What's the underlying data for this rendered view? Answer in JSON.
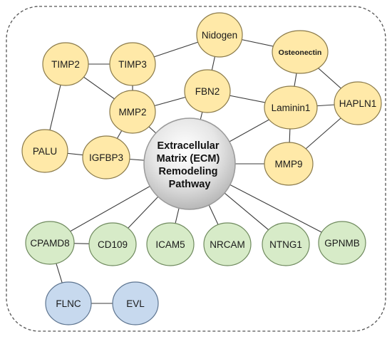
{
  "colors": {
    "yellow_fill": "#FFE9A8",
    "yellow_stroke": "#8A7A4A",
    "green_fill": "#D7EBC8",
    "green_stroke": "#6F8A5E",
    "blue_fill": "#C7D9EE",
    "blue_stroke": "#5E7590",
    "edge": "#3a3a3a",
    "border": "#555555"
  },
  "center": {
    "id": "ecm",
    "lines": [
      "Extracellular",
      "Matrix (ECM)",
      "Remodeling",
      "Pathway"
    ]
  },
  "nodes": [
    {
      "id": "nidogen",
      "label": "Nidogen",
      "group": "yellow"
    },
    {
      "id": "osteonectin",
      "label": "Osteonectin",
      "group": "yellow",
      "bold": true
    },
    {
      "id": "timp2",
      "label": "TIMP2",
      "group": "yellow"
    },
    {
      "id": "timp3",
      "label": "TIMP3",
      "group": "yellow"
    },
    {
      "id": "fbn2",
      "label": "FBN2",
      "group": "yellow"
    },
    {
      "id": "mmp2",
      "label": "MMP2",
      "group": "yellow"
    },
    {
      "id": "laminin1",
      "label": "Laminin1",
      "group": "yellow"
    },
    {
      "id": "hapln1",
      "label": "HAPLN1",
      "group": "yellow"
    },
    {
      "id": "palu",
      "label": "PALU",
      "group": "yellow"
    },
    {
      "id": "igfbp3",
      "label": "IGFBP3",
      "group": "yellow"
    },
    {
      "id": "mmp9",
      "label": "MMP9",
      "group": "yellow"
    },
    {
      "id": "cpamd8",
      "label": "CPAMD8",
      "group": "green"
    },
    {
      "id": "cd109",
      "label": "CD109",
      "group": "green"
    },
    {
      "id": "icam5",
      "label": "ICAM5",
      "group": "green"
    },
    {
      "id": "nrcam",
      "label": "NRCAM",
      "group": "green"
    },
    {
      "id": "ntng1",
      "label": "NTNG1",
      "group": "green"
    },
    {
      "id": "gpnmb",
      "label": "GPNMB",
      "group": "green"
    },
    {
      "id": "flnc",
      "label": "FLNC",
      "group": "blue"
    },
    {
      "id": "evl",
      "label": "EVL",
      "group": "blue"
    }
  ],
  "edges": [
    [
      "timp3",
      "nidogen"
    ],
    [
      "nidogen",
      "osteonectin"
    ],
    [
      "nidogen",
      "fbn2"
    ],
    [
      "timp2",
      "timp3"
    ],
    [
      "timp2",
      "mmp2"
    ],
    [
      "timp2",
      "palu"
    ],
    [
      "timp3",
      "mmp2"
    ],
    [
      "mmp2",
      "fbn2"
    ],
    [
      "mmp2",
      "igfbp3"
    ],
    [
      "mmp2",
      "ecm"
    ],
    [
      "fbn2",
      "laminin1"
    ],
    [
      "fbn2",
      "ecm"
    ],
    [
      "osteonectin",
      "laminin1"
    ],
    [
      "osteonectin",
      "hapln1"
    ],
    [
      "laminin1",
      "hapln1"
    ],
    [
      "laminin1",
      "mmp9"
    ],
    [
      "laminin1",
      "ecm"
    ],
    [
      "hapln1",
      "mmp9"
    ],
    [
      "palu",
      "igfbp3"
    ],
    [
      "igfbp3",
      "ecm"
    ],
    [
      "mmp9",
      "ecm"
    ],
    [
      "ecm",
      "cpamd8"
    ],
    [
      "ecm",
      "cd109"
    ],
    [
      "ecm",
      "icam5"
    ],
    [
      "ecm",
      "nrcam"
    ],
    [
      "ecm",
      "ntng1"
    ],
    [
      "ecm",
      "gpnmb"
    ],
    [
      "cpamd8",
      "cd109"
    ],
    [
      "cpamd8",
      "flnc"
    ],
    [
      "flnc",
      "evl"
    ]
  ]
}
